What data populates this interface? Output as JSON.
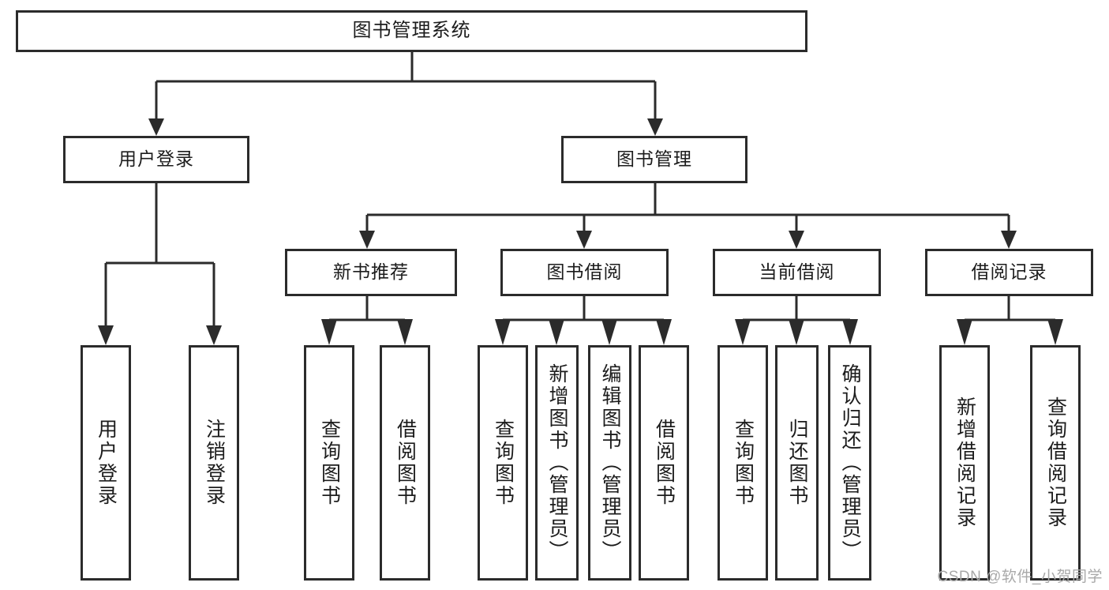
{
  "diagram": {
    "type": "tree",
    "title": "图书管理系统",
    "watermark": "CSDN @软件_小贺同学",
    "colors": {
      "stroke": "#2b2b2b",
      "box_fill": "#ffffff",
      "text": "#1c1c1c",
      "background": "#ffffff",
      "watermark": "#a9a9a9"
    },
    "levels": {
      "root": "图书管理系统",
      "level2": [
        "用户登录",
        "图书管理"
      ],
      "level3": [
        "新书推荐",
        "图书借阅",
        "当前借阅",
        "借阅记录"
      ]
    },
    "nodes": {
      "root": {
        "label": "图书管理系统"
      },
      "user_login": {
        "label": "用户登录"
      },
      "book_manage": {
        "label": "图书管理"
      },
      "new_book_rec": {
        "label": "新书推荐"
      },
      "book_borrow": {
        "label": "图书借阅"
      },
      "current_borrow": {
        "label": "当前借阅"
      },
      "borrow_record": {
        "label": "借阅记录"
      },
      "leaf_user_login": {
        "label": "用户登录"
      },
      "leaf_logout": {
        "label": "注销登录"
      },
      "leaf_query_book_a": {
        "label": "查询图书"
      },
      "leaf_borrow_book_a": {
        "label": "借阅图书"
      },
      "leaf_query_book_b": {
        "label": "查询图书"
      },
      "leaf_add_book": {
        "label": "新增图书（管理员）"
      },
      "leaf_edit_book": {
        "label": "编辑图书（管理员）"
      },
      "leaf_borrow_book_b": {
        "label": "借阅图书"
      },
      "leaf_query_book_c": {
        "label": "查询图书"
      },
      "leaf_return_book": {
        "label": "归还图书"
      },
      "leaf_confirm_return": {
        "label": "确认归还（管理员）"
      },
      "leaf_add_record": {
        "label": "新增借阅记录"
      },
      "leaf_query_record": {
        "label": "查询借阅记录"
      }
    },
    "edges": [
      {
        "from": "root",
        "to": "user_login"
      },
      {
        "from": "root",
        "to": "book_manage"
      },
      {
        "from": "user_login",
        "to": "leaf_user_login"
      },
      {
        "from": "user_login",
        "to": "leaf_logout"
      },
      {
        "from": "book_manage",
        "to": "new_book_rec"
      },
      {
        "from": "book_manage",
        "to": "book_borrow"
      },
      {
        "from": "book_manage",
        "to": "current_borrow"
      },
      {
        "from": "book_manage",
        "to": "borrow_record"
      },
      {
        "from": "new_book_rec",
        "to": "leaf_query_book_a"
      },
      {
        "from": "new_book_rec",
        "to": "leaf_borrow_book_a"
      },
      {
        "from": "book_borrow",
        "to": "leaf_query_book_b"
      },
      {
        "from": "book_borrow",
        "to": "leaf_add_book"
      },
      {
        "from": "book_borrow",
        "to": "leaf_edit_book"
      },
      {
        "from": "book_borrow",
        "to": "leaf_borrow_book_b"
      },
      {
        "from": "current_borrow",
        "to": "leaf_query_book_c"
      },
      {
        "from": "current_borrow",
        "to": "leaf_return_book"
      },
      {
        "from": "current_borrow",
        "to": "leaf_confirm_return"
      },
      {
        "from": "borrow_record",
        "to": "leaf_add_record"
      },
      {
        "from": "borrow_record",
        "to": "leaf_query_record"
      }
    ]
  }
}
